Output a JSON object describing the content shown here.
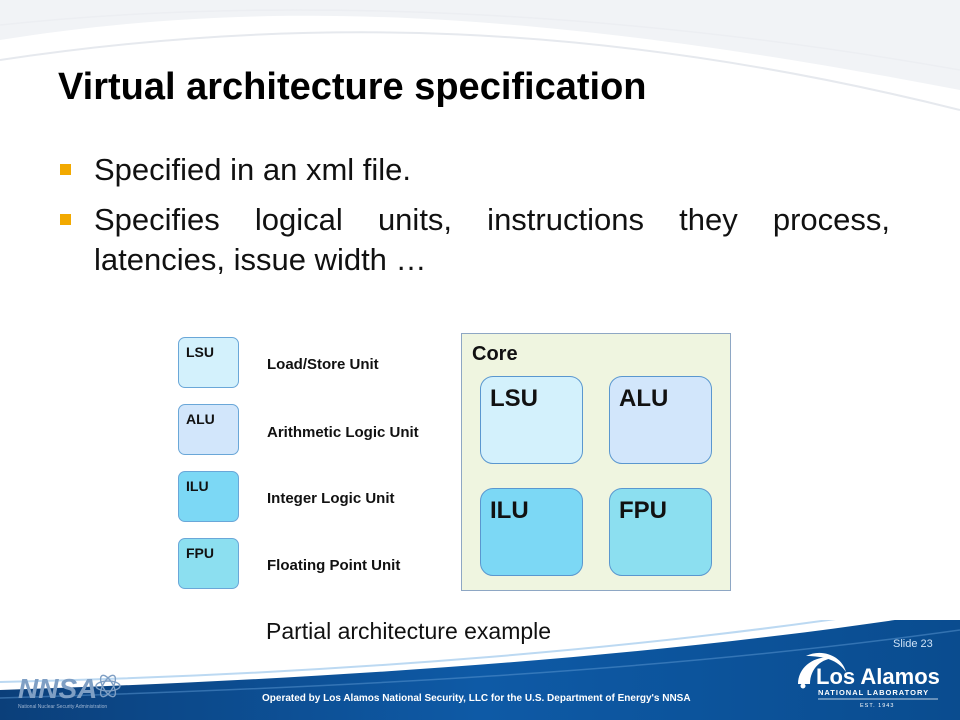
{
  "slide": {
    "title": "Virtual architecture specification",
    "bullets": [
      "Specified in an xml file.",
      "Specifies logical units, instructions they process, latencies, issue width …"
    ],
    "caption": "Partial architecture example",
    "slide_number": "Slide 23",
    "footer": "Operated by Los Alamos National Security, LLC for the U.S. Department of Energy's NNSA"
  },
  "legend": [
    {
      "abbr": "LSU",
      "label": "Load/Store Unit",
      "color": "#d3f1fc"
    },
    {
      "abbr": "ALU",
      "label": "Arithmetic Logic Unit",
      "color": "#d2e6fb"
    },
    {
      "abbr": "ILU",
      "label": "Integer Logic Unit",
      "color": "#7cd8f5"
    },
    {
      "abbr": "FPU",
      "label": "Floating Point Unit",
      "color": "#8cdff0"
    }
  ],
  "core": {
    "title": "Core",
    "units": [
      "LSU",
      "ALU",
      "ILU",
      "FPU"
    ]
  },
  "logos": {
    "nnsa": {
      "wordmark": "NNSA",
      "sub": "National Nuclear Security Administration"
    },
    "lanl": {
      "line1": "Los Alamos",
      "line2": "NATIONAL LABORATORY",
      "line3": "EST. 1943"
    }
  },
  "colors": {
    "accent": "#f2a900",
    "footer": "#0a4c8f"
  }
}
